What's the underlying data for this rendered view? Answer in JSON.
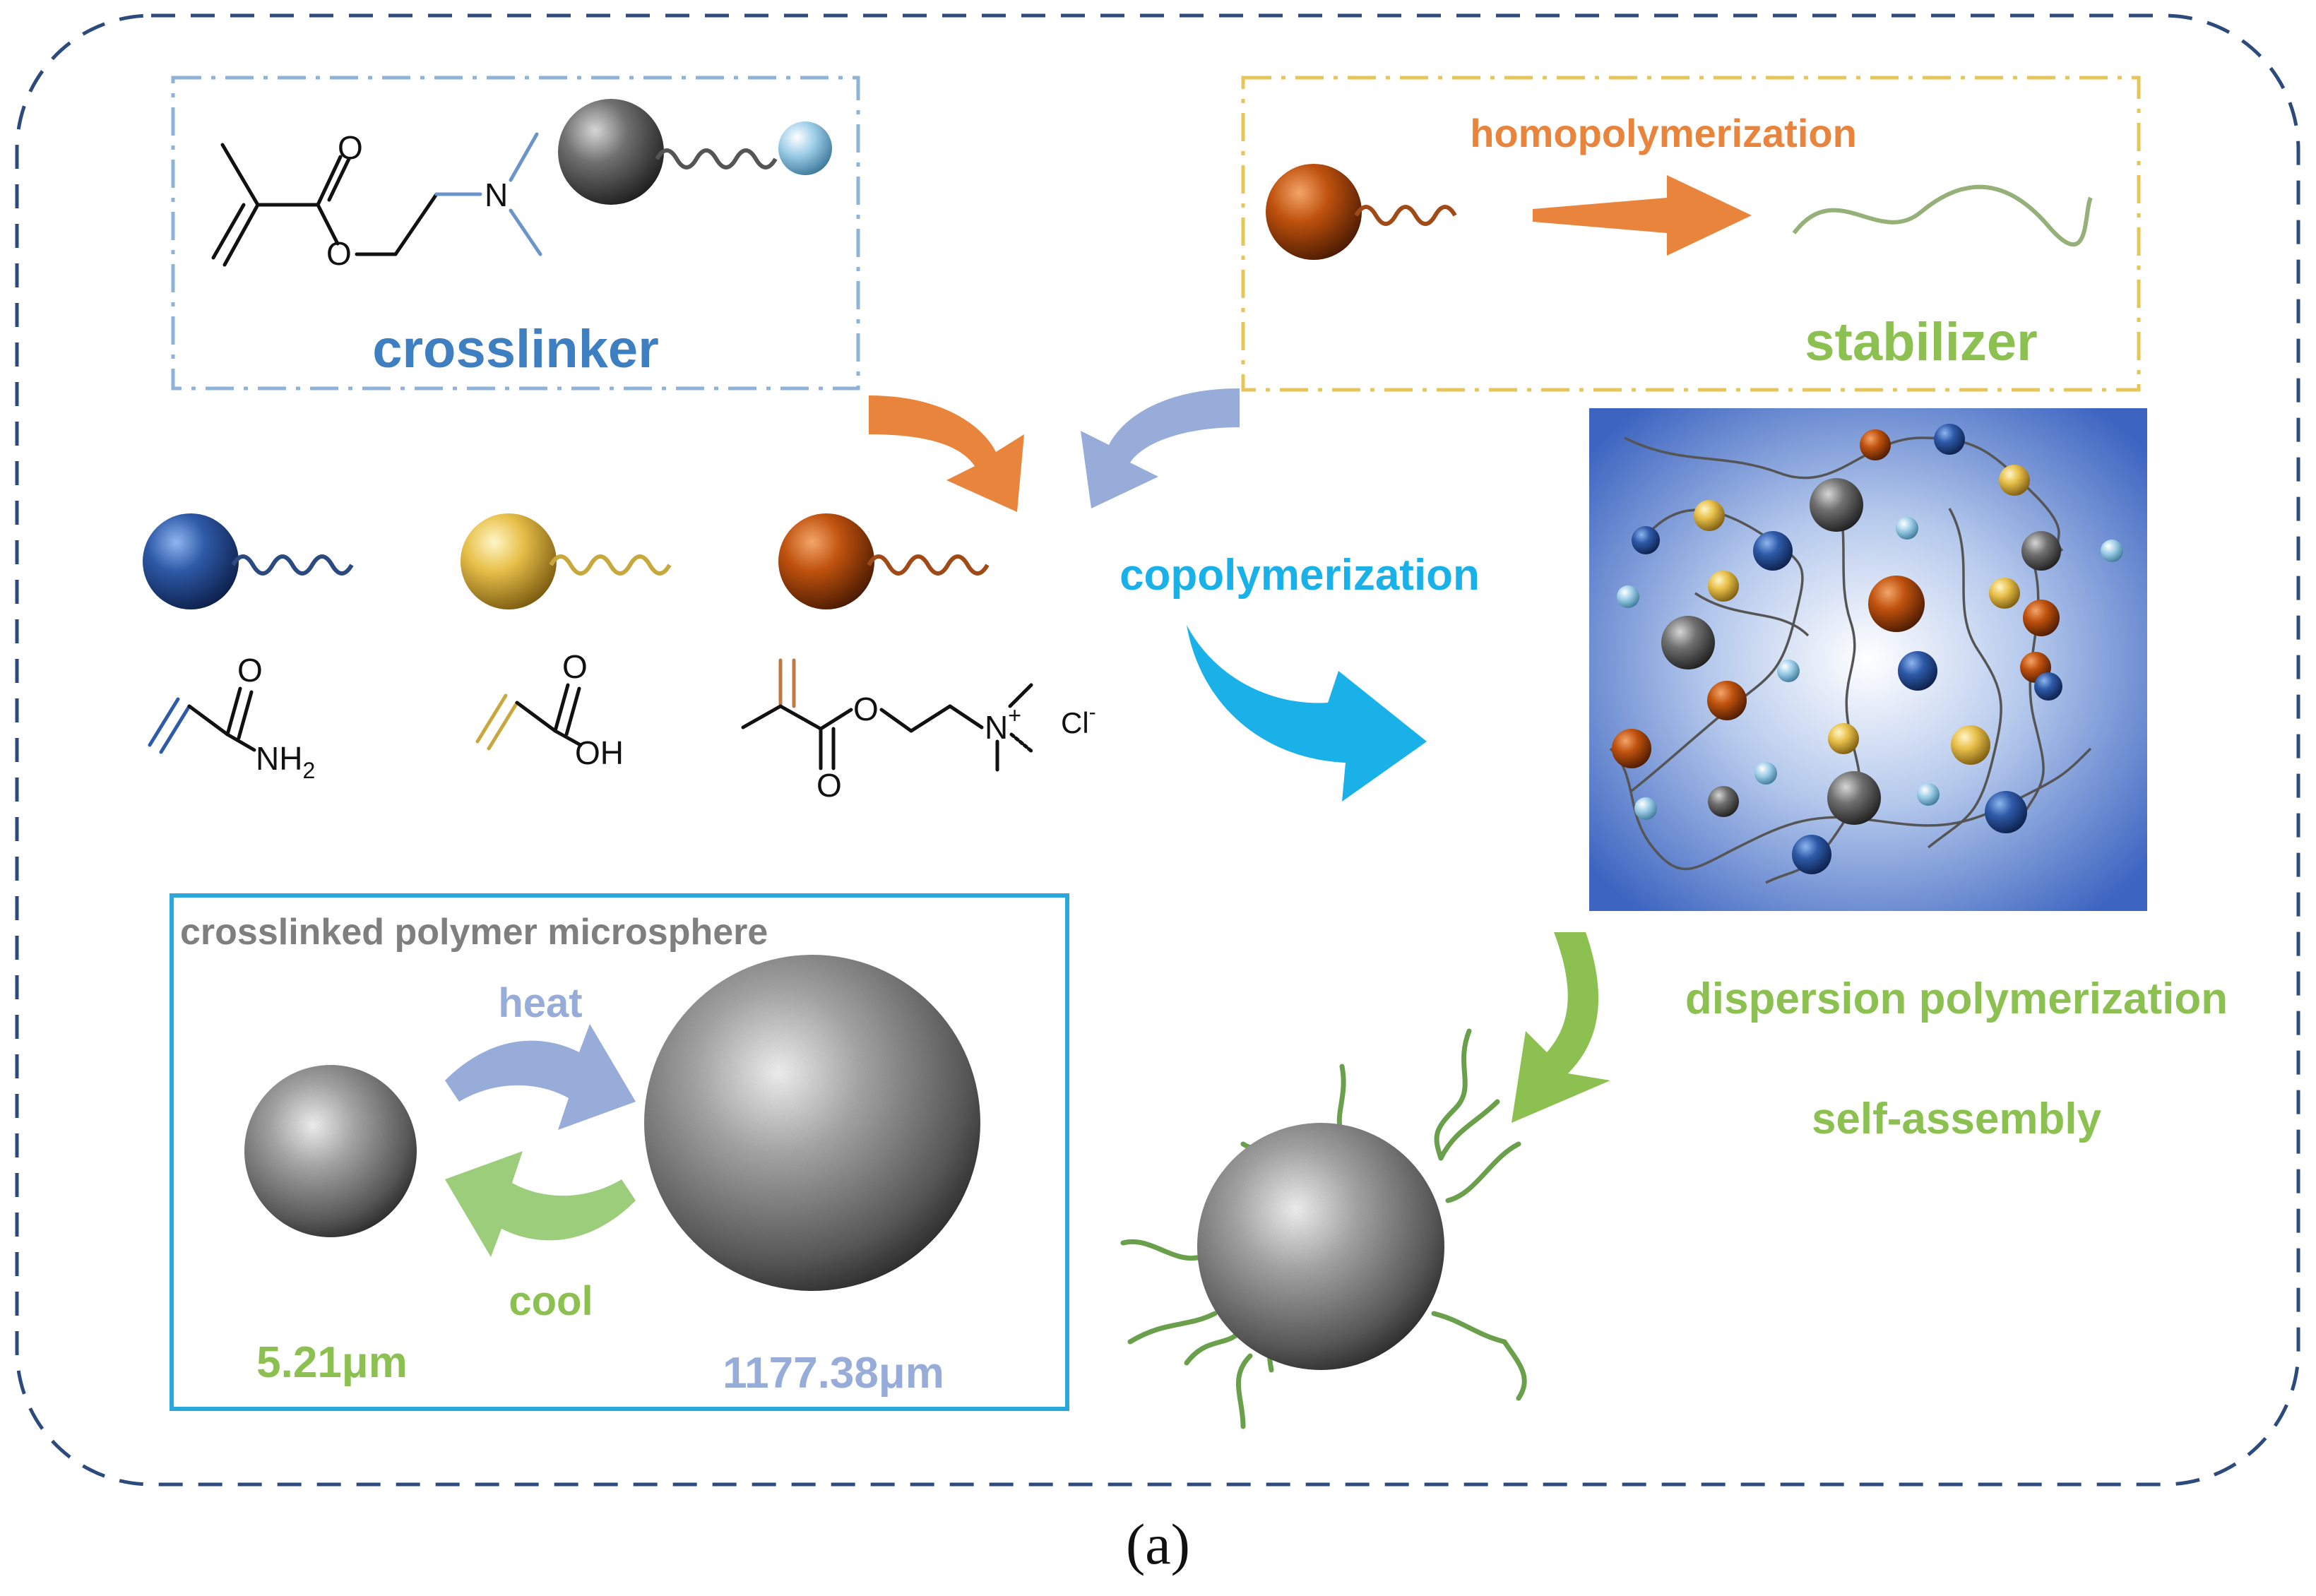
{
  "labels": {
    "crosslinker": "crosslinker",
    "homopolymerization": "homopolymerization",
    "stabilizer": "stabilizer",
    "copolymerization": "copolymerization",
    "microsphere_title": "crosslinked polymer microsphere",
    "heat": "heat",
    "cool": "cool",
    "size_small": "5.21μm",
    "size_large": "1177.38μm",
    "dispersion": "dispersion polymerization",
    "self_assembly": "self-assembly",
    "caption": "(a)"
  },
  "chem_text": {
    "amide_o": "O",
    "amide_nh2": "NH",
    "amide_sub": "2",
    "acid_o": "O",
    "acid_oh": "OH",
    "ester_o_top": "O",
    "ester_o_bottom": "O",
    "ammonium_n": "N",
    "ammonium_plus": "+",
    "chloride": "Cl",
    "chloride_charge": "-",
    "crosslinker_o_top": "O",
    "crosslinker_o": "O",
    "crosslinker_n": "N"
  },
  "colors": {
    "outer_border": "#2c4a7c",
    "crosslinker_text": "#3d7fc1",
    "crosslinker_box": "#8fb2d8",
    "stabilizer_text": "#8cc152",
    "stabilizer_box": "#e6c65a",
    "homo_text": "#e8843c",
    "copoly_text": "#1ab0e8",
    "micro_box": "#2aa8dc",
    "micro_title": "#7f7f7f",
    "heat_text": "#97acd9",
    "cool_text": "#8cc152",
    "size_small": "#8cc152",
    "size_large": "#97acd9",
    "dispersion_text": "#8cc152",
    "blue_sphere": "#2e5aa8",
    "yellow_sphere": "#e8c04a",
    "orange_sphere": "#c0520e",
    "grey_sphere": "#707070",
    "lightblue_sphere": "#9ccde8"
  }
}
